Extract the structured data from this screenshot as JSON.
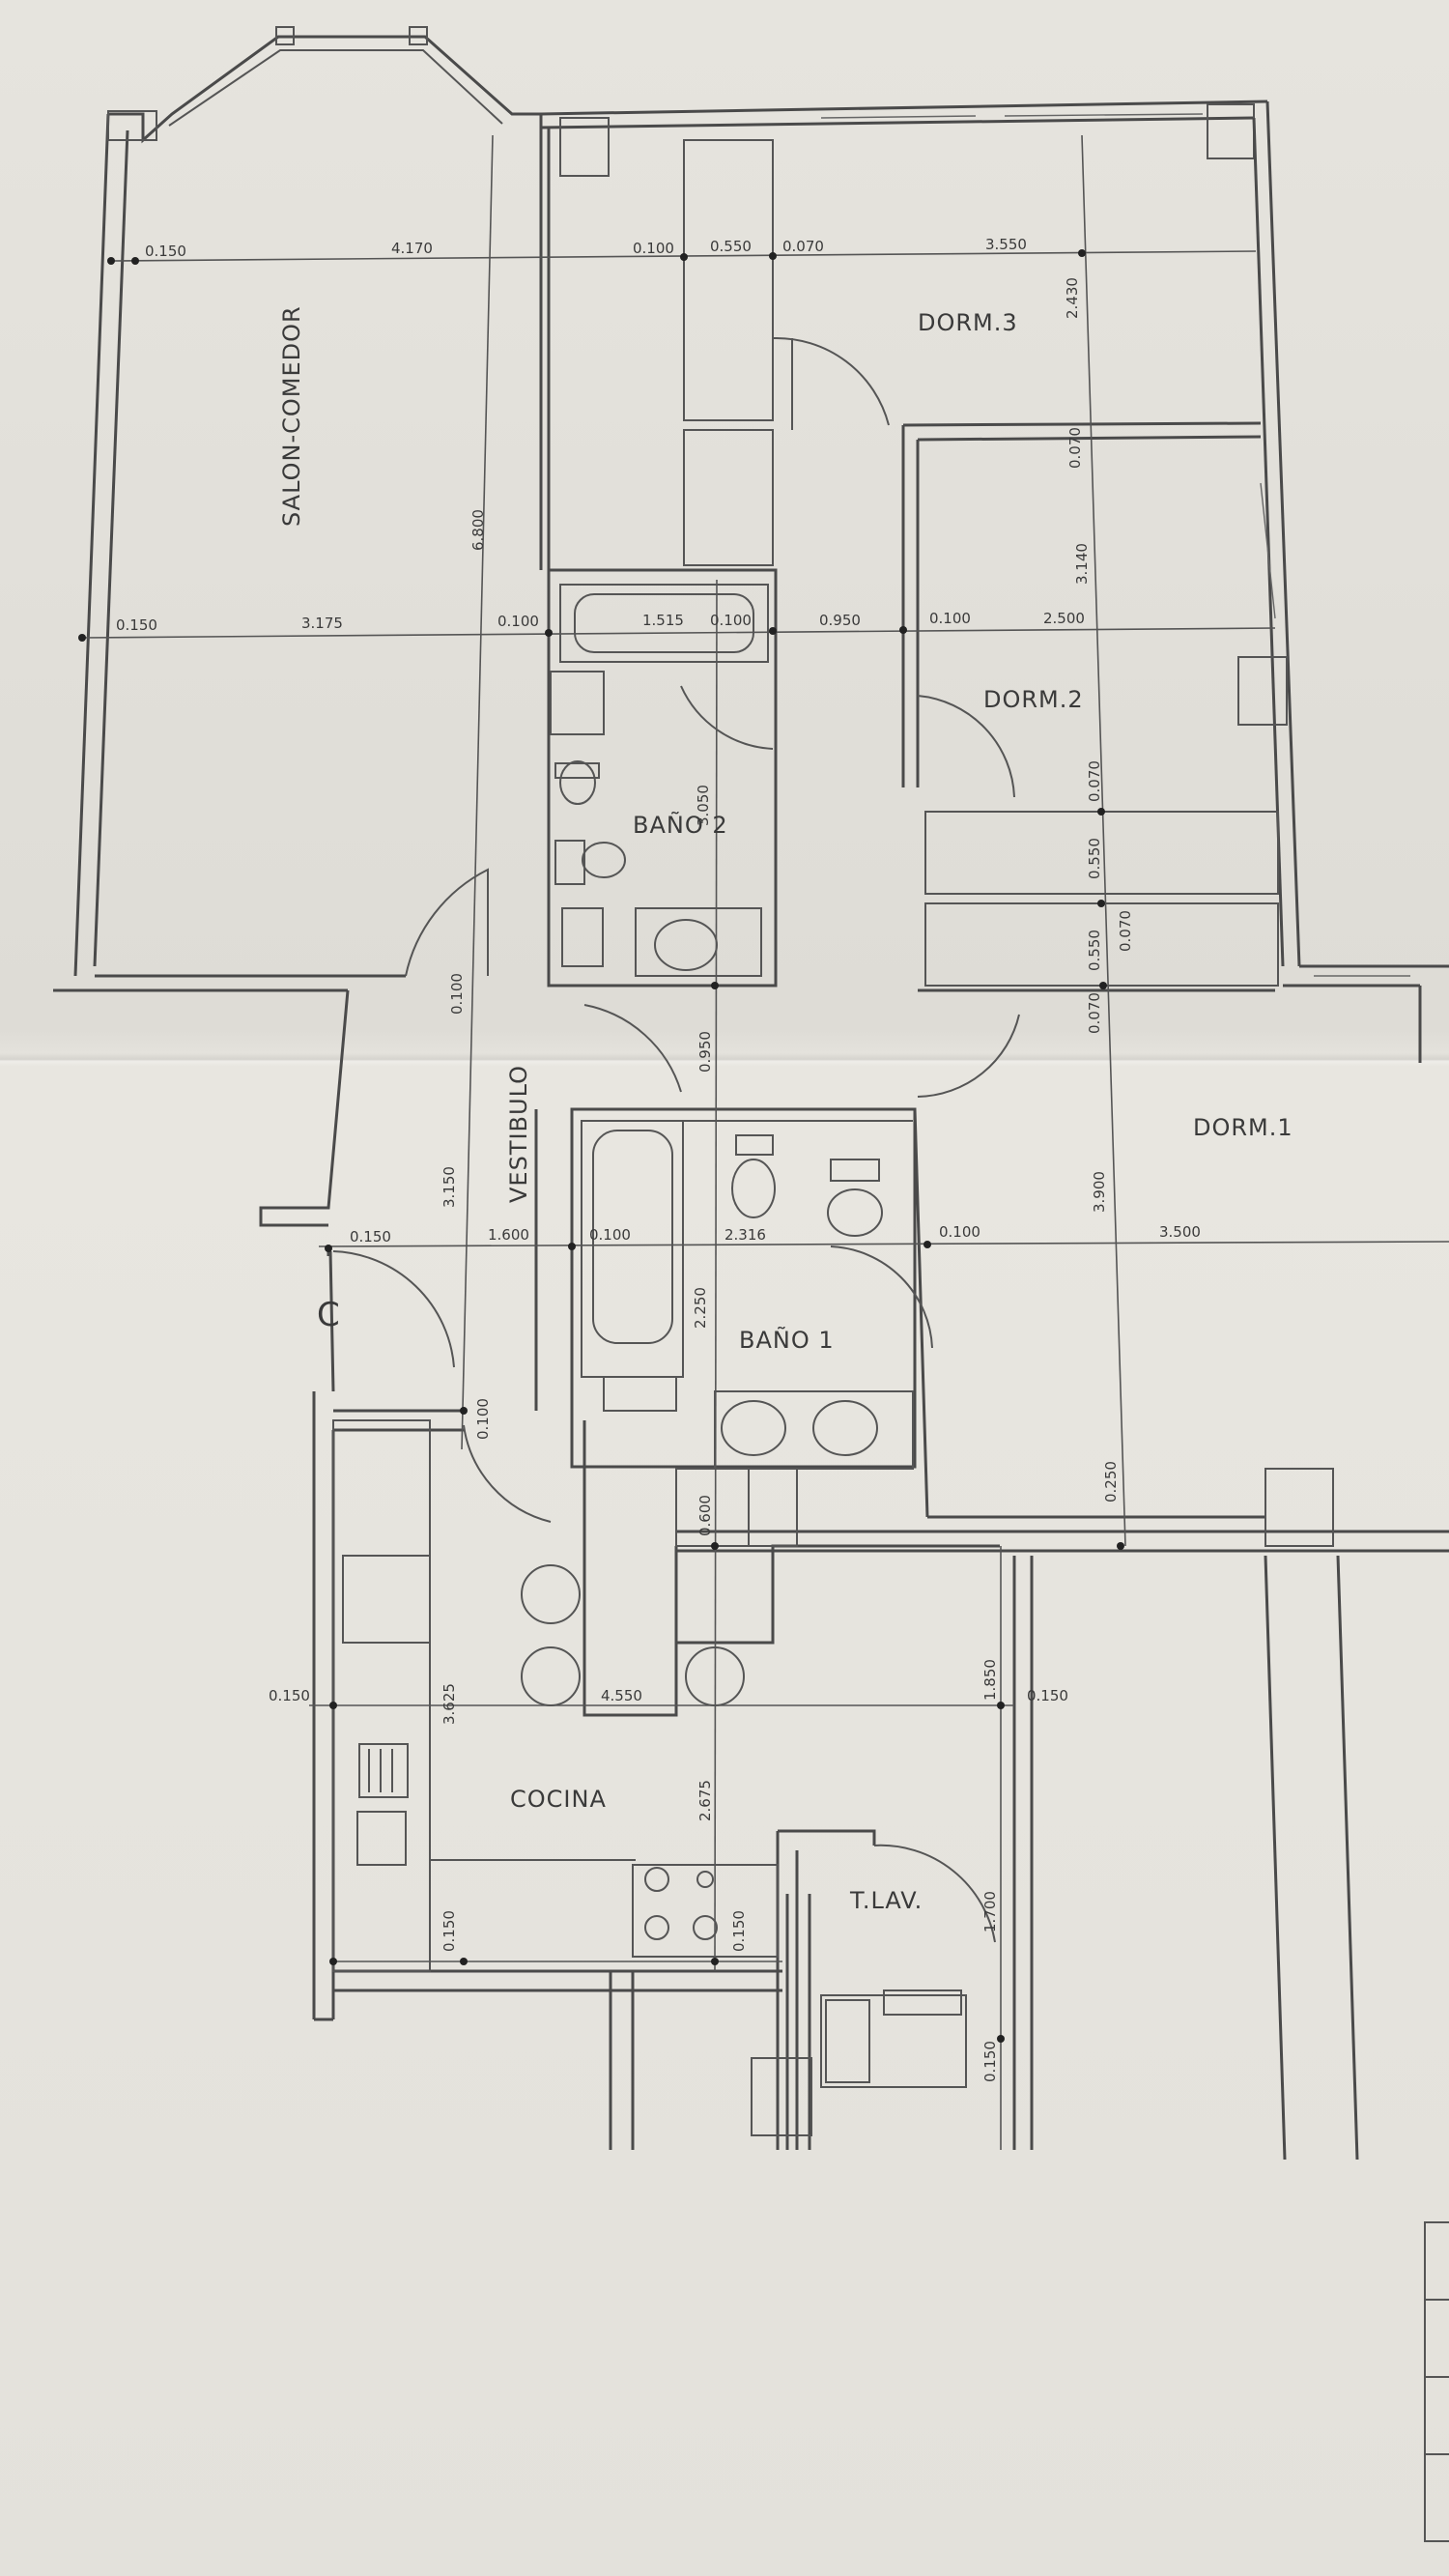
{
  "rooms": {
    "salon": "SALON-COMEDOR",
    "dorm3": "DORM.3",
    "dorm2": "DORM.2",
    "dorm1": "DORM.1",
    "bano2": "BAÑO 2",
    "bano1": "BAÑO 1",
    "vestibulo": "VESTIBULO",
    "cocina": "COCINA",
    "tlav": "T.LAV.",
    "entry": "C"
  },
  "dimensions": {
    "d0150a": "0.150",
    "d4170": "4.170",
    "d0100a": "0.100",
    "d0550a": "0.550",
    "d0070a": "0.070",
    "d3550": "3.550",
    "d2430": "2.430",
    "d6800": "6.800",
    "d0070b": "0.070",
    "d3140": "3.140",
    "d0150b": "0.150",
    "d3175": "3.175",
    "d0100b": "0.100",
    "d1515": "1.515",
    "d0100c": "0.100",
    "d0950a": "0.950",
    "d0100d": "0.100",
    "d2500": "2.500",
    "d3050": "3.050",
    "d0070c": "0.070",
    "d0550b": "0.550",
    "d0070d": "0.070",
    "d0550c": "0.550",
    "d0070e": "0.070",
    "d0100e": "0.100",
    "d0950b": "0.950",
    "d3150": "3.150",
    "d0150c": "0.150",
    "d1600": "1.600",
    "d0100f": "0.100",
    "d2316": "2.316",
    "d0100g": "0.100",
    "d3500": "3.500",
    "d3900": "3.900",
    "d2250": "2.250",
    "d0100h": "0.100",
    "d0250": "0.250",
    "d0600": "0.600",
    "d0150d": "0.150",
    "d3625": "3.625",
    "d4550": "4.550",
    "d2675": "2.675",
    "d1850": "1.850",
    "d0150e": "0.150",
    "d0150f": "0.150",
    "d0150g": "0.150",
    "d1700": "1.700",
    "d0150h": "0.150"
  },
  "colors": {
    "paper": "#e4e2dc",
    "ink": "#4a4a4a"
  }
}
